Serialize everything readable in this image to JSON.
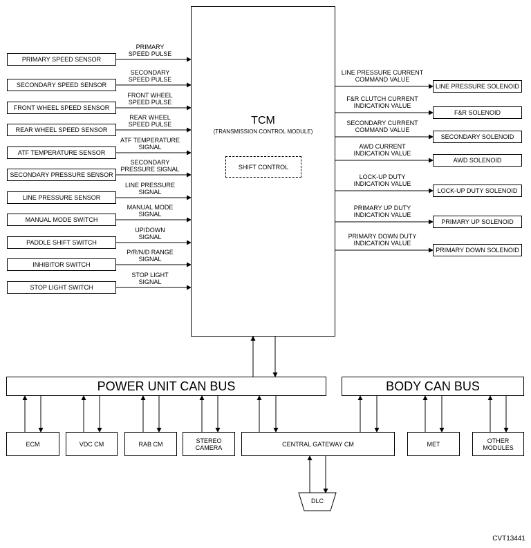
{
  "tcm": {
    "title": "TCM",
    "subtitle": "(TRANSMISSION CONTROL MODULE)",
    "shift_control": "SHIFT CONTROL"
  },
  "inputs": [
    {
      "sensor": "PRIMARY SPEED SENSOR",
      "signal": "PRIMARY\nSPEED PULSE"
    },
    {
      "sensor": "SECONDARY SPEED SENSOR",
      "signal": "SECONDARY\nSPEED PULSE"
    },
    {
      "sensor": "FRONT WHEEL SPEED SENSOR",
      "signal": "FRONT WHEEL\nSPEED PULSE"
    },
    {
      "sensor": "REAR WHEEL SPEED SENSOR",
      "signal": "REAR WHEEL\nSPEED PULSE"
    },
    {
      "sensor": "ATF TEMPERATURE SENSOR",
      "signal": "ATF TEMPERATURE\nSIGNAL"
    },
    {
      "sensor": "SECONDARY PRESSURE SENSOR",
      "signal": "SECONDARY\nPRESSURE SIGNAL"
    },
    {
      "sensor": "LINE PRESSURE SENSOR",
      "signal": "LINE PRESSURE\nSIGNAL"
    },
    {
      "sensor": "MANUAL MODE SWITCH",
      "signal": "MANUAL MODE\nSIGNAL"
    },
    {
      "sensor": "PADDLE SHIFT SWITCH",
      "signal": "UP/DOWN\nSIGNAL"
    },
    {
      "sensor": "INHIBITOR SWITCH",
      "signal": "P/R/N/D RANGE\nSIGNAL"
    },
    {
      "sensor": "STOP LIGHT SWITCH",
      "signal": "STOP LIGHT\nSIGNAL"
    }
  ],
  "outputs": [
    {
      "signal": "LINE PRESSURE CURRENT\nCOMMAND VALUE",
      "solenoid": "LINE PRESSURE SOLENOID"
    },
    {
      "signal": "F&R CLUTCH CURRENT\nINDICATION VALUE",
      "solenoid": "F&R SOLENOID"
    },
    {
      "signal": "SECONDARY CURRENT\nCOMMAND VALUE",
      "solenoid": "SECONDARY SOLENOID"
    },
    {
      "signal": "AWD CURRENT\nINDICATION VALUE",
      "solenoid": "AWD SOLENOID"
    },
    {
      "signal": "LOCK-UP DUTY\nINDICATION VALUE",
      "solenoid": "LOCK-UP DUTY SOLENOID"
    },
    {
      "signal": "PRIMARY UP DUTY\nINDICATION VALUE",
      "solenoid": "PRIMARY UP SOLENOID"
    },
    {
      "signal": "PRIMARY DOWN DUTY\nINDICATION VALUE",
      "solenoid": "PRIMARY DOWN SOLENOID"
    }
  ],
  "buses": {
    "power": "POWER UNIT CAN BUS",
    "body": "BODY CAN BUS"
  },
  "modules": {
    "ecm": "ECM",
    "vdc": "VDC CM",
    "rab": "RAB CM",
    "stereo": "STEREO\nCAMERA",
    "gateway": "CENTRAL GATEWAY CM",
    "met": "MET",
    "other": "OTHER\nMODULES",
    "dlc": "DLC"
  },
  "figure_code": "CVT13441"
}
